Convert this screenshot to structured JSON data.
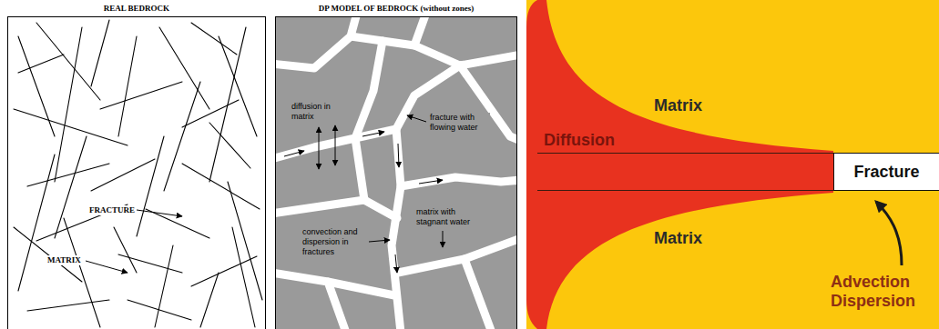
{
  "diagram": {
    "nodes": [
      {
        "text": [
          "REAL BEDROCK"
        ]
      },
      {
        "text": [
          "DP MODEL OF BEDROCK (without zones)"
        ]
      },
      {
        "text": [
          "Fracture"
        ]
      }
    ],
    "labels": [
      "FRACTURE",
      "MATRIX",
      "diffusion in matrix",
      "fracture with flowing water",
      "matrix with stagnant water",
      "convection and dispersion in fractures",
      "Matrix",
      "Diffusion",
      "Matrix",
      "Advection Dispersion"
    ]
  }
}
